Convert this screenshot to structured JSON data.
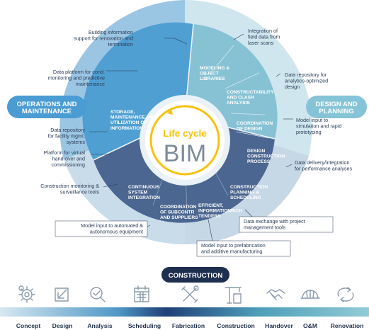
{
  "center": {
    "line1": "Life cycle",
    "line2": "BIM"
  },
  "sections": {
    "operations": "OPERATIONS AND MAINTENANCE",
    "design": "DESIGN AND PLANNING",
    "construction": "CONSTRUCTION"
  },
  "segments": {
    "modeling": "MODELING & OBJECT LIBRARIES",
    "constructability": "CONSTRUCTABILITY AND CLASH ANALYSIS",
    "coordination_design": "COORDINATION OF DESIGN",
    "design_construction": "DESIGN CONSTRUCTION PROCESS",
    "planning": "CONSTRUCTION PLANNING & SCHEDULING",
    "efficient": "EFFICIENT, INFORMATIONRICH TENDERS",
    "subcontr": "COORDINATION OF SUBCONTR AND SUPPLIERS",
    "continuous": "CONTINUOUS SYSTEM INTEGRATION",
    "storage": "STORAGE, MAINTENANCE AND UTILIZATION OF INFORMATION"
  },
  "annotations": {
    "building_info": "Building information support for renovation and termination",
    "data_platform": "Data platform for cond. monitoring and predictive maintenance",
    "data_repo_facility": "Data repository for facility mgmt. systems",
    "virtual_handover": "Platform for virtual hand-over and commissioning",
    "construction_monitoring": "Construction monitoring & surveillance tools",
    "automated_equipment": "Model input to automated & autonomous equipment",
    "prefabrication": "Model input to prefabrication and additive manufacturing",
    "project_mgmt": "Data exchange with project management tools",
    "performance": "Data delivery/integration for performance analyses",
    "simulation": "Model input to simulation and rapid prototyping",
    "analytics": "Data repository for analytics-optimized design",
    "field_data": "Integration of field data from laser scans"
  },
  "phases": [
    "Concept",
    "Design",
    "Analysis",
    "Scheduling",
    "Fabrication",
    "Construction",
    "Handover",
    "O&M",
    "Renovation"
  ],
  "icons": [
    "gears-icon",
    "drafting-icon",
    "magnifier-check-icon",
    "calendar-icon",
    "tools-icon",
    "crane-building-icon",
    "handshake-icon",
    "helmet-icon",
    "recycle-arrows-icon"
  ],
  "colors": {
    "ops_blue": "#4a9cd3",
    "design_teal": "#85c4d6",
    "construction_navy": "#1e2e4f",
    "accent_yellow": "#f6c20e",
    "center_gray": "#7e8b98"
  }
}
